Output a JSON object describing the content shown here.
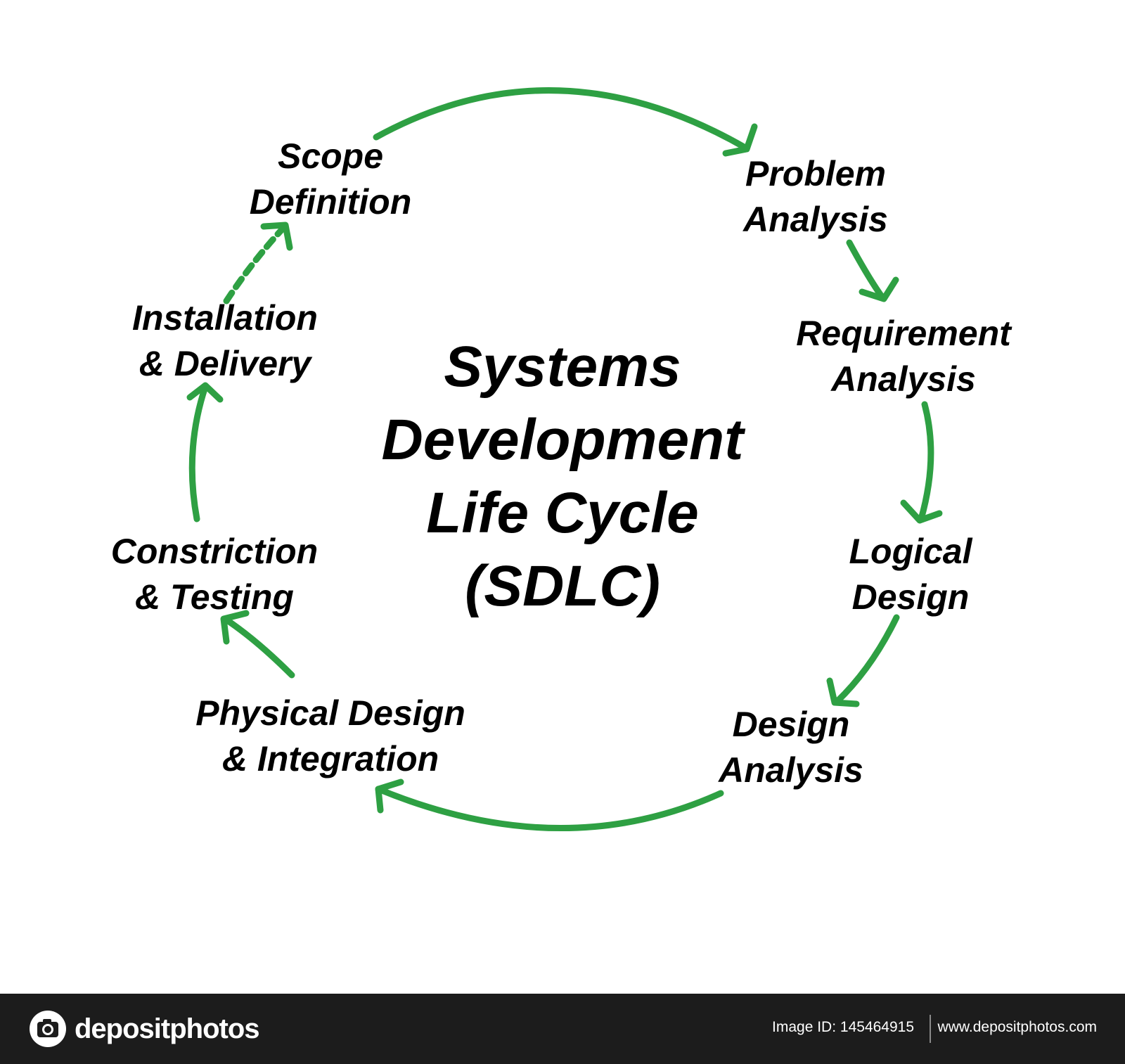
{
  "diagram": {
    "title_lines": [
      "Systems",
      "Development",
      "Life Cycle",
      "(SDLC)"
    ],
    "stages": [
      {
        "id": "scope",
        "lines": [
          "Scope",
          "Definition"
        ]
      },
      {
        "id": "problem",
        "lines": [
          "Problem",
          "Analysis"
        ]
      },
      {
        "id": "requirement",
        "lines": [
          "Requirement",
          "Analysis"
        ]
      },
      {
        "id": "logical",
        "lines": [
          "Logical",
          "Design"
        ]
      },
      {
        "id": "design-analysis",
        "lines": [
          "Design",
          "Analysis"
        ]
      },
      {
        "id": "physical",
        "lines": [
          "Physical Design",
          "& Integration"
        ]
      },
      {
        "id": "construction",
        "lines": [
          "Constriction",
          "& Testing"
        ]
      },
      {
        "id": "installation",
        "lines": [
          "Installation",
          "& Delivery"
        ]
      }
    ],
    "arrow_color": "#2ea043"
  },
  "footer": {
    "logo_text": "depositphotos",
    "image_id": "Image ID: 145464915",
    "site": "www.depositphotos.com"
  }
}
